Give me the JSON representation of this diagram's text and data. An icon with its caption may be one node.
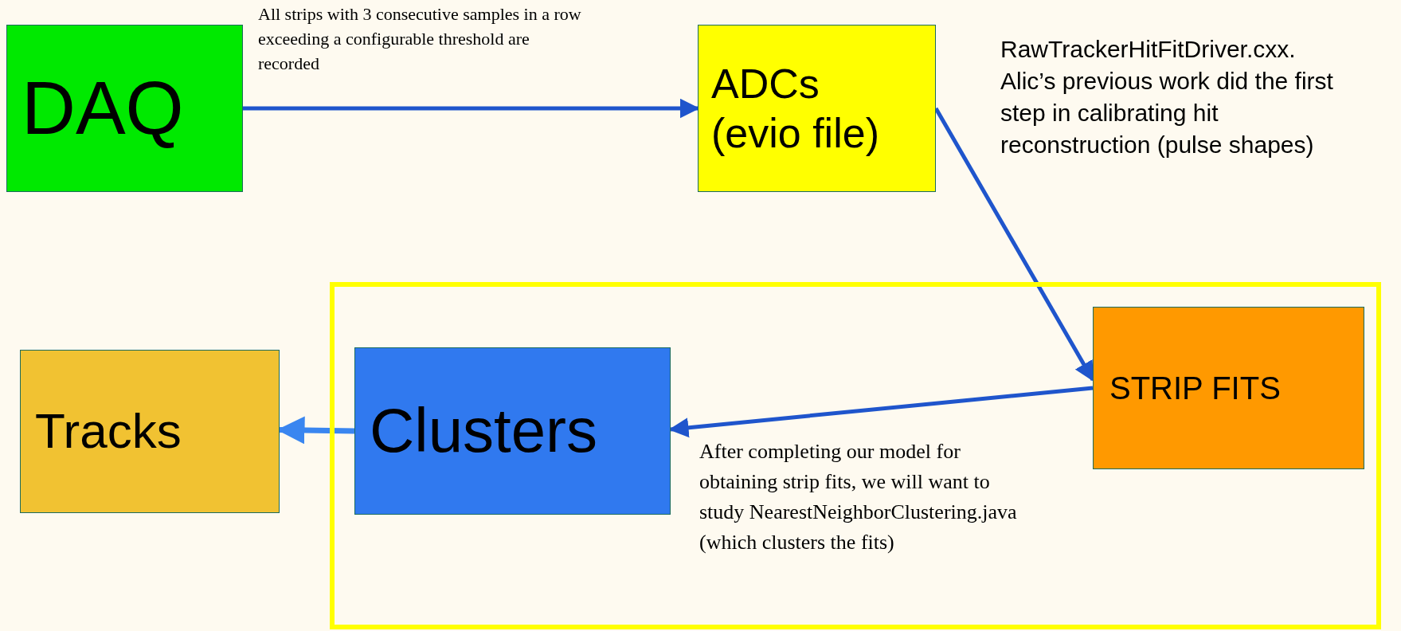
{
  "diagram": {
    "nodes": [
      {
        "text": [
          "DAQ"
        ]
      },
      {
        "text": [
          "ADCs (evio file)"
        ]
      },
      {
        "text": [],
        "shape": "box"
      },
      {
        "text": [
          "STRIP FITS"
        ],
        "in": 2
      },
      {
        "text": [
          "Clusters"
        ],
        "in": 2
      },
      {
        "text": [
          "Tracks"
        ]
      }
    ],
    "edges": [
      {
        "from": 0,
        "to": 1,
        "arrow": "to"
      },
      {
        "from": 1,
        "to": 3,
        "arrow": "to"
      },
      {
        "from": 3,
        "to": 4,
        "arrow": "to"
      },
      {
        "from": 4,
        "to": 5,
        "arrow": "to",
        "color": "#3a86f0"
      }
    ],
    "labels": [
      "All strips with 3 consecutive samples in a row exceeding a configurable threshold are recorded",
      "RawTrackerHitFitDriver.cxx. Alic’s previous work did the first step in calibrating hit reconstruction (pulse shapes)",
      "After completing our model for obtaining strip fits, we will want to study NearestNeighborClustering.java (which clusters the fits)"
    ]
  }
}
